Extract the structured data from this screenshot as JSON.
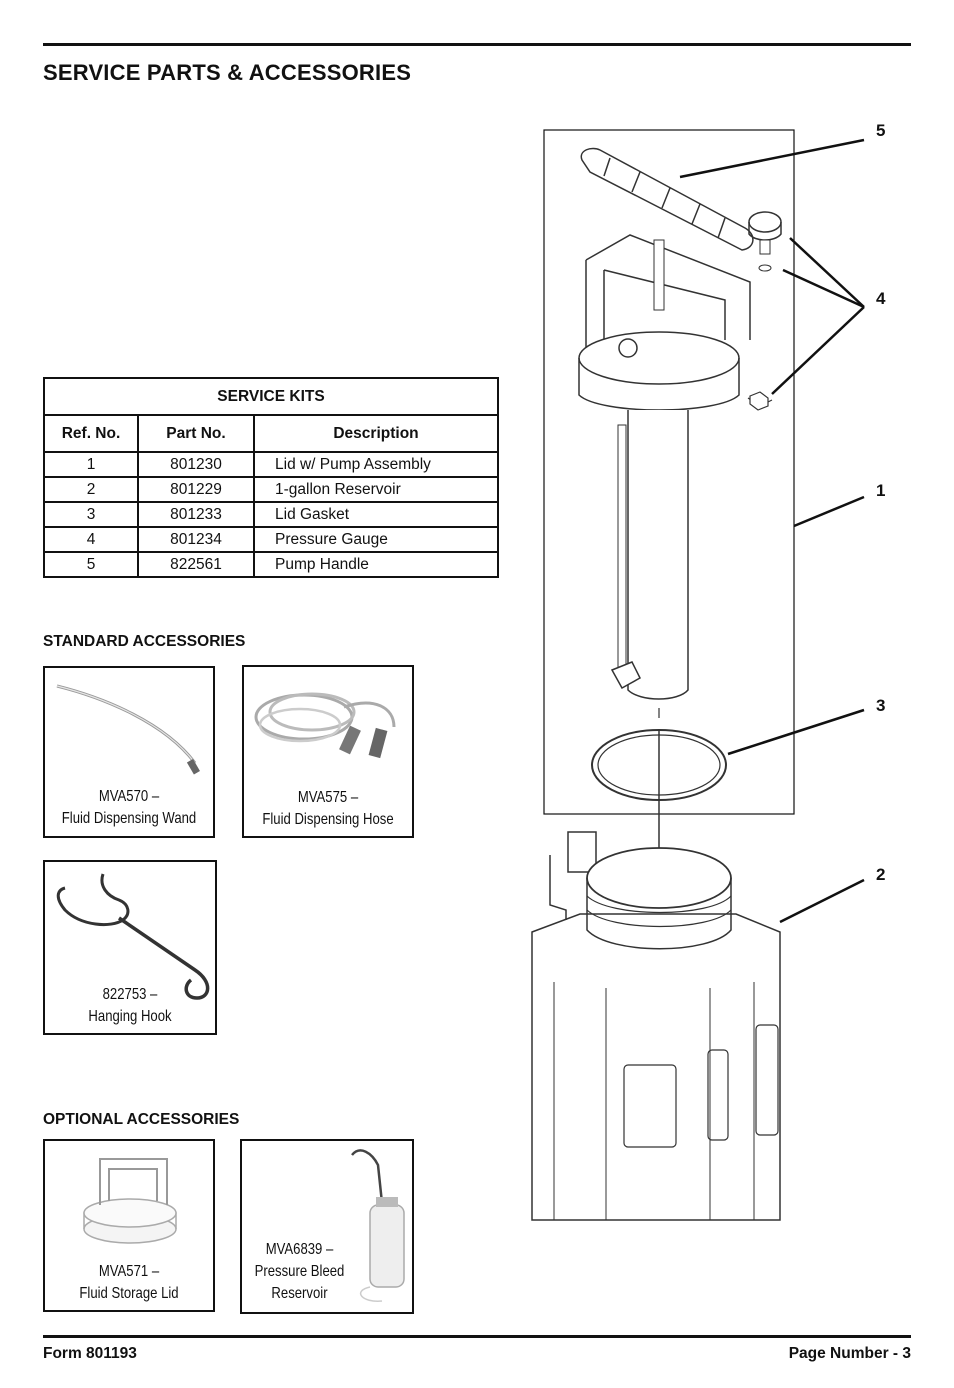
{
  "header": {
    "title": "SERVICE PARTS & ACCESSORIES"
  },
  "service_kits": {
    "title": "SERVICE KITS",
    "columns": [
      "Ref. No.",
      "Part No.",
      "Description"
    ],
    "rows": [
      {
        "ref": "1",
        "part": "801230",
        "desc": "Lid w/ Pump Assembly"
      },
      {
        "ref": "2",
        "part": "801229",
        "desc": "1-gallon Reservoir"
      },
      {
        "ref": "3",
        "part": "801233",
        "desc": "Lid Gasket"
      },
      {
        "ref": "4",
        "part": "801234",
        "desc": "Pressure Gauge"
      },
      {
        "ref": "5",
        "part": "822561",
        "desc": "Pump Handle"
      }
    ]
  },
  "standard_accessories": {
    "label": "STANDARD ACCESSORIES",
    "items": [
      {
        "line1": "MVA570 –",
        "line2": "Fluid Dispensing Wand"
      },
      {
        "line1": "MVA575 –",
        "line2": "Fluid Dispensing Hose"
      },
      {
        "line1": "822753 –",
        "line2": "Hanging Hook"
      }
    ]
  },
  "optional_accessories": {
    "label": "OPTIONAL ACCESSORIES",
    "items": [
      {
        "line1": "MVA571 –",
        "line2": "Fluid Storage Lid"
      },
      {
        "line1": "MVA6839 –",
        "line2": "Pressure Bleed",
        "line3": "Reservoir"
      }
    ]
  },
  "diagram": {
    "callouts": [
      "5",
      "4",
      "1",
      "3",
      "2"
    ]
  },
  "footer": {
    "form": "Form 801193",
    "page": "Page Number - 3"
  }
}
